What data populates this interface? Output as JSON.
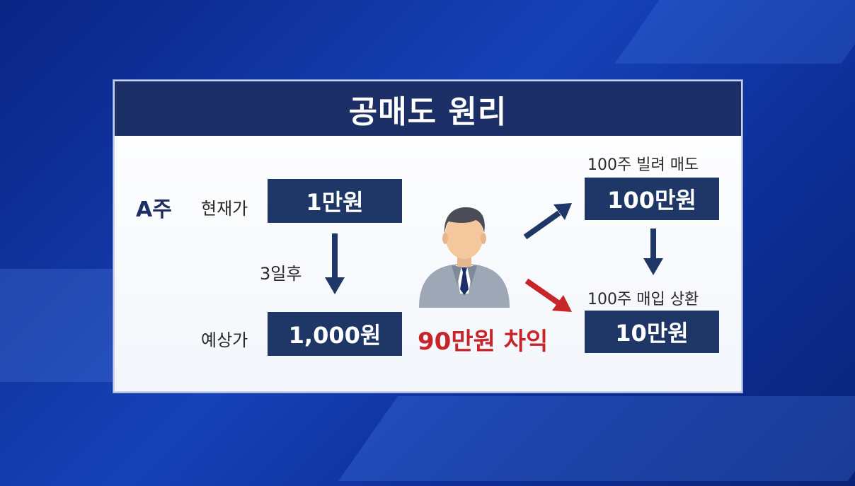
{
  "title": "공매도 원리",
  "stock_label": "A주",
  "left": {
    "current_label": "현재가",
    "current_value": "1만원",
    "delay_label": "3일후",
    "expected_label": "예상가",
    "expected_value": "1,000원"
  },
  "right": {
    "sell_caption": "100주 빌려 매도",
    "sell_value": "100만원",
    "buy_caption": "100주 매입 상환",
    "buy_value": "10만원"
  },
  "profit_label": "90만원 차익",
  "colors": {
    "title_bar": "#1c2f66",
    "box": "#1f3766",
    "profit": "#c8252b",
    "arrow_navy": "#1f3766",
    "arrow_red": "#c8252b"
  }
}
